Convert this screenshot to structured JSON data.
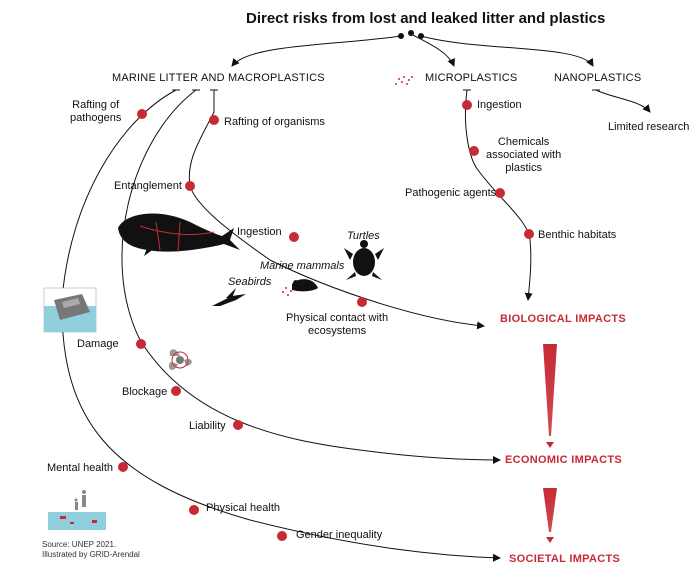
{
  "title": "Direct risks from lost and leaked litter and plastics",
  "categories": {
    "marine": "MARINE LITTER AND MACROPLASTICS",
    "micro": "MICROPLASTICS",
    "nano": "NANOPLASTICS"
  },
  "labels": {
    "rafting_pathogens": "Rafting of\npathogens",
    "rafting_organisms": "Rafting of organisms",
    "entanglement": "Entanglement",
    "ingestion_marine": "Ingestion",
    "physical_contact": "Physical contact with\necosystems",
    "ingestion_micro": "Ingestion",
    "chemicals": "Chemicals\nassociated with\nplastics",
    "pathogenic_agents": "Pathogenic agents",
    "benthic_habitats": "Benthic habitats",
    "limited_research": "Limited research",
    "damage": "Damage",
    "blockage": "Blockage",
    "liability": "Liability",
    "mental_health": "Mental health",
    "physical_health": "Physical health",
    "gender_inequality": "Gender inequality"
  },
  "animals": {
    "turtles": "Turtles",
    "marine_mammals": "Marine mammals",
    "seabirds": "Seabirds"
  },
  "impacts": {
    "biological": "BIOLOGICAL IMPACTS",
    "economic": "ECONOMIC IMPACTS",
    "societal": "SOCIETAL IMPACTS"
  },
  "source": {
    "line1": "Source: UNEP 2021.",
    "line2": "Illustrated by GRID-Arendal"
  },
  "colors": {
    "accent": "#c62b35",
    "line": "#111111",
    "water": "#8fd0dc"
  }
}
